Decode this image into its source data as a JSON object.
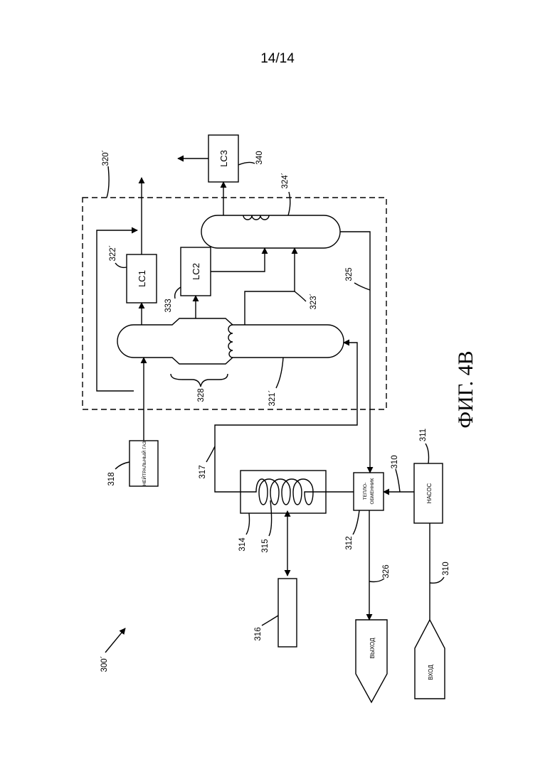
{
  "page": {
    "number": "14/14"
  },
  "figure": {
    "caption": "ФИГ. 4В",
    "ref_system": "300´",
    "ref_reactor_assembly": "320´"
  },
  "components": {
    "inlet": {
      "label": "ВХОД"
    },
    "outlet": {
      "label": "ВЫХОД"
    },
    "pump": {
      "label": "НАСОС",
      "ref": "311"
    },
    "heat_exchanger": {
      "label": "ТЕПЛО-ОБМЕННИК",
      "line1": "ТЕПЛО-",
      "line2": "ОБМЕННИК",
      "ref": "312"
    },
    "heater": {
      "ref": "314",
      "coil_ref": "315"
    },
    "controller": {
      "ref": "316"
    },
    "inert_gas": {
      "label": "НЕЙТРАЛЬНЫЙ ГАЗ",
      "ref": "318"
    },
    "reactor_1": {
      "ref": "321´"
    },
    "reactor_2": {
      "ref": "324´"
    },
    "lc1": {
      "label": "LC1",
      "ref": "322´"
    },
    "lc2": {
      "label": "LC2",
      "ref": "333"
    },
    "lc3": {
      "label": "LC3",
      "ref": "340"
    },
    "zone": {
      "ref": "328"
    }
  },
  "streams": {
    "feed": "310",
    "pump_out": "310",
    "heater_out": "317",
    "transfer": "323´",
    "recycle": "325",
    "product": "326"
  }
}
